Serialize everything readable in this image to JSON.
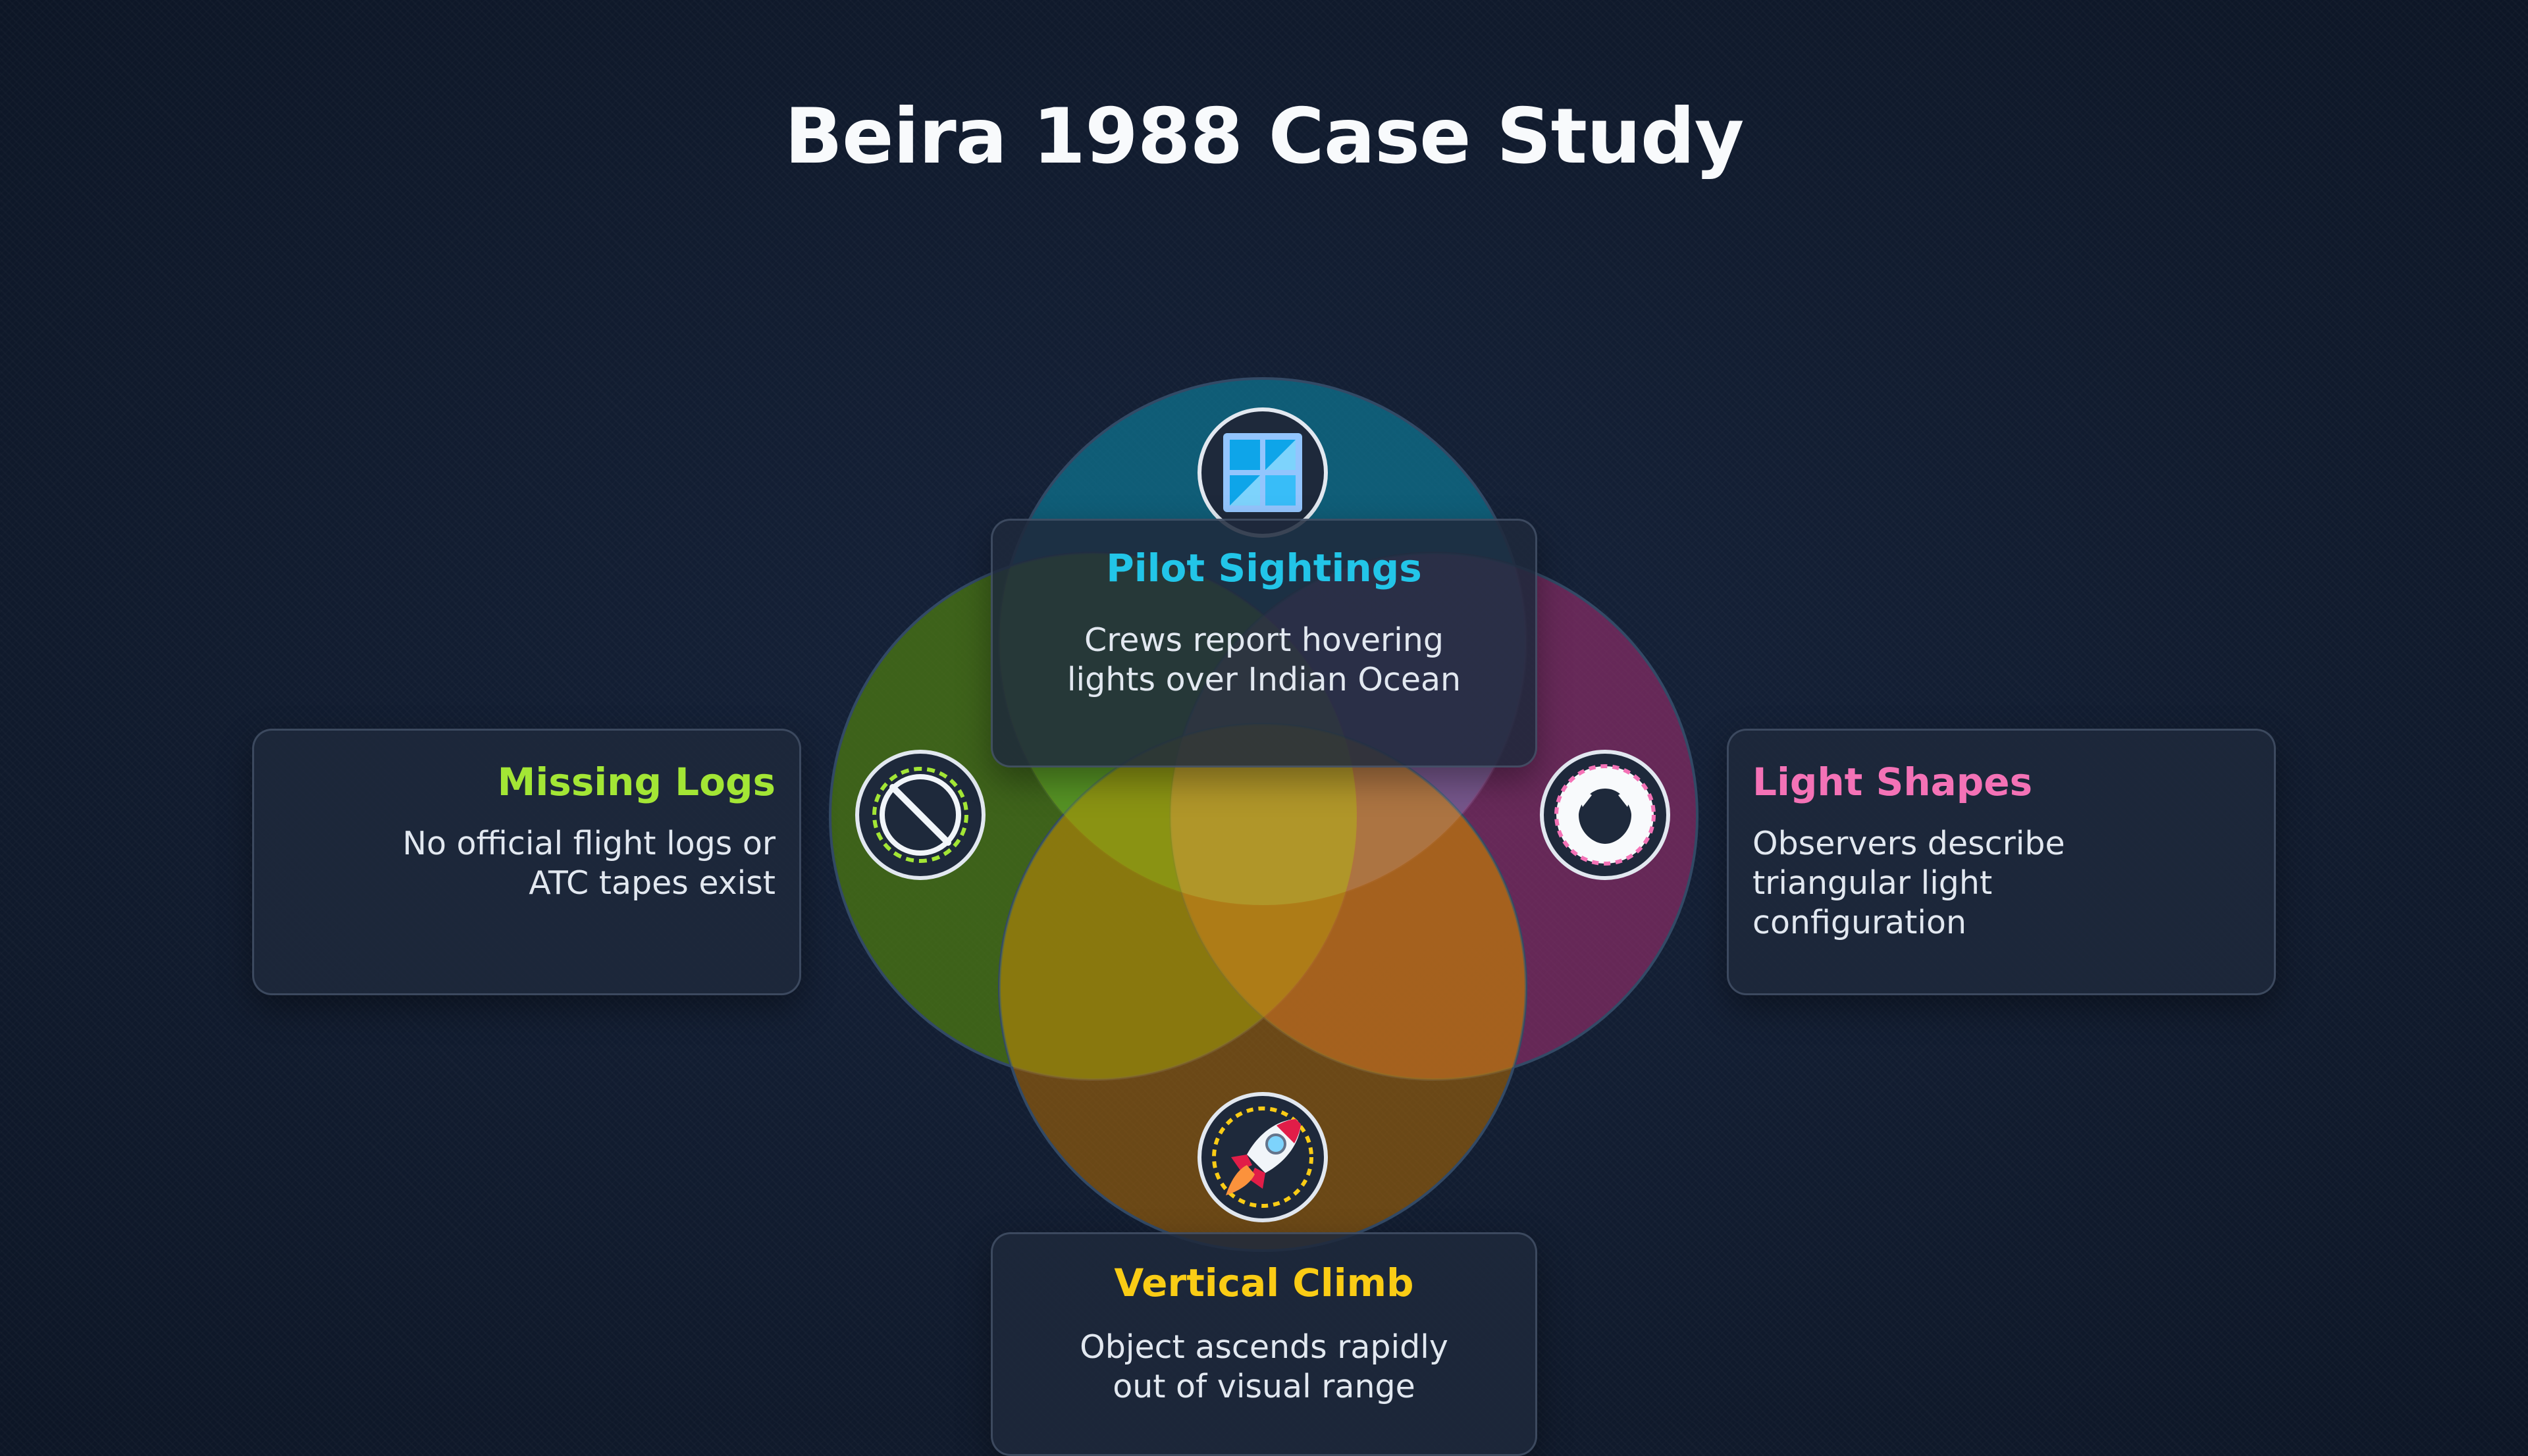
{
  "title": "Beira 1988 Case Study",
  "sets": [
    {
      "key": "pilot",
      "label": "Pilot Sightings",
      "text": "Crews report hovering lights over Indian Ocean",
      "color": "#0e7490",
      "accent": "#22c5e8",
      "icon": "window-grid-icon"
    },
    {
      "key": "logs",
      "label": "Missing Logs",
      "text": "No official flight logs or ATC tapes exist",
      "color": "#4d7c0f",
      "accent": "#a3e635",
      "icon": "prohibited-icon"
    },
    {
      "key": "shapes",
      "label": "Light Shapes",
      "text": "Observers describe triangular light configuration",
      "color": "#9d2f6e",
      "accent": "#f472b6",
      "icon": "triangle-lights-icon"
    },
    {
      "key": "climb",
      "label": "Vertical Climb",
      "text": "Object ascends rapidly out of visual range",
      "color": "#a16207",
      "accent": "#facc15",
      "icon": "rocket-icon"
    }
  ]
}
